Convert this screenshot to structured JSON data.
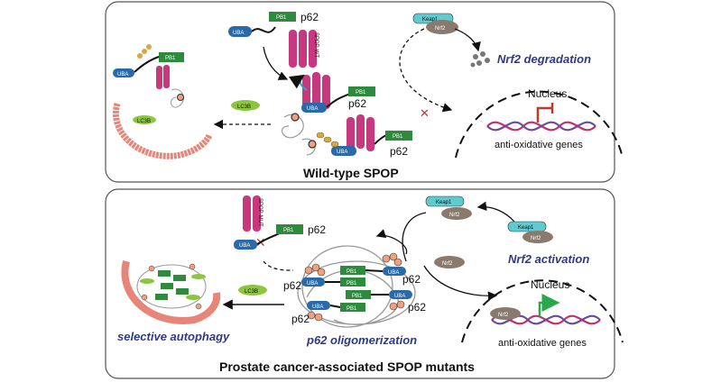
{
  "top_panel": {
    "title": "Wild-type SPOP",
    "p62_label": "p62",
    "pb1": "PB1",
    "uba": "UBA",
    "spop_wt": "SPOP-WT",
    "keap1": "Keap1",
    "nrf2": "Nrf2",
    "nrf2_degradation": "Nrf2 degradation",
    "nucleus": "Nucleus",
    "genes": "anti-oxidative genes",
    "lc3b": "LC3B"
  },
  "bottom_panel": {
    "title": "Prostate cancer-associated SPOP mutants",
    "p62_label": "p62",
    "pb1": "PB1",
    "uba": "UBA",
    "spop_mut": "SPOP-MUT",
    "keap1": "Keap1",
    "nrf2": "Nrf2",
    "nrf2_activation": "Nrf2 activation",
    "nucleus": "Nucleus",
    "genes": "anti-oxidative genes",
    "lc3b": "LC3B",
    "oligomerization": "p62 oligomerization",
    "autophagy": "selective autophagy"
  },
  "colors": {
    "pb1": "#2e8b3e",
    "uba": "#2a6aa8",
    "spop": "#c8387e",
    "keap1": "#5fcbd0",
    "nrf2": "#8a7a6e",
    "lc3b": "#8cc63f",
    "membrane": "#e8857a",
    "dna_red": "#c0306a",
    "dna_purple": "#6a4a9a"
  }
}
